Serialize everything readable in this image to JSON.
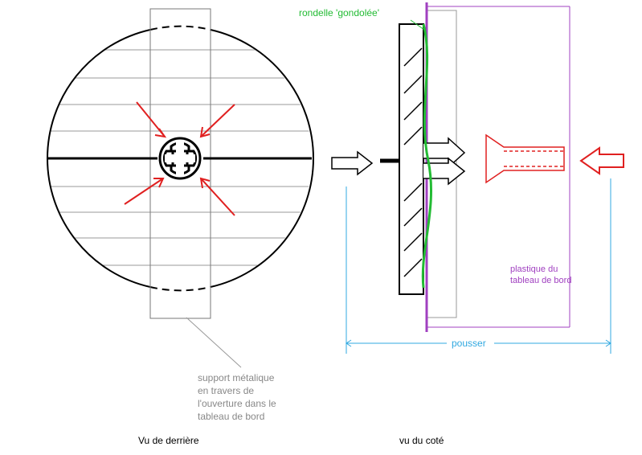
{
  "labels": {
    "rondelle": "rondelle 'gondolée'",
    "plastique_line1": "plastique du",
    "plastique_line2": "tableau de bord",
    "pousser": "pousser",
    "support_line1": "support métalique",
    "support_line2": "en travers de",
    "support_line3": "l'ouverture dans le",
    "support_line4": "tableau de bord",
    "vu_derriere": "Vu de derrière",
    "vu_cote": "vu du coté"
  },
  "colors": {
    "washer_green": "#22bb33",
    "dashboard_purple": "#a040c0",
    "plastic_label_purple": "#a040c0",
    "arrow_red": "#e02020",
    "push_blue": "#30a8e0",
    "support_gray": "#888888",
    "outline_black": "#000000"
  }
}
